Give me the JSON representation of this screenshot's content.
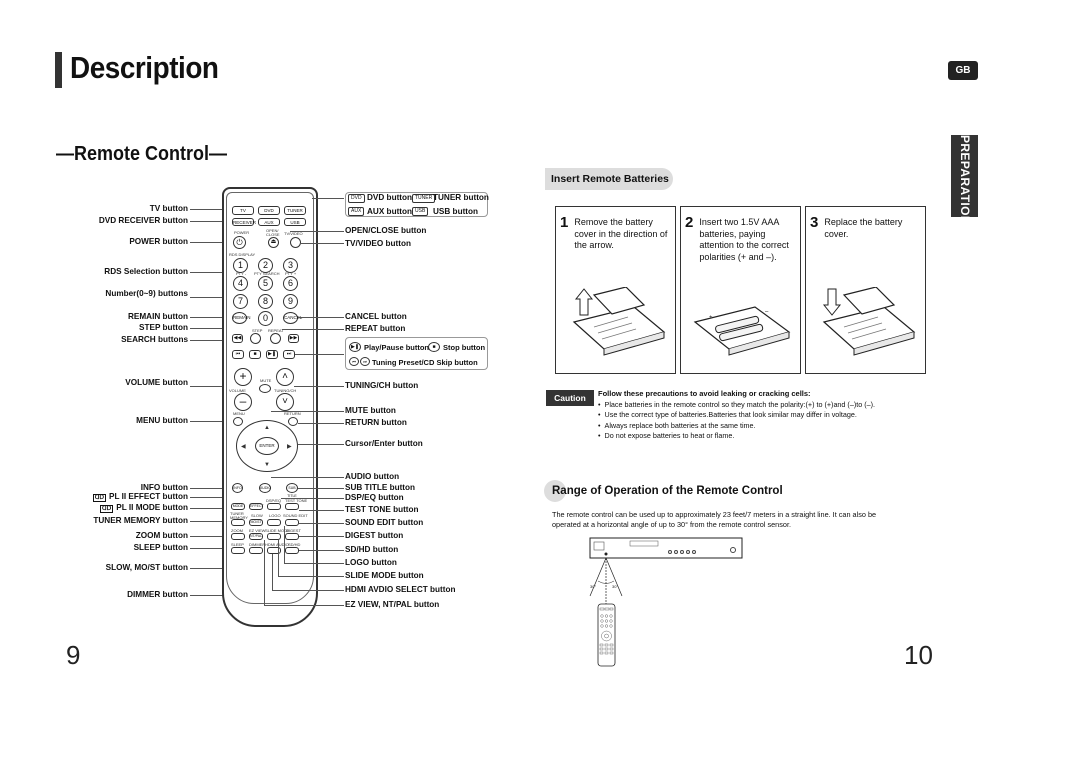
{
  "page": {
    "title": "Description",
    "lang_badge": "GB",
    "side_tab": "PREPARATION",
    "section_title": "—Remote Control—",
    "page_left": "9",
    "page_right": "10"
  },
  "remote_left_labels": [
    "TV button",
    "DVD RECEIVER button",
    "POWER button",
    "RDS Selection button",
    "Number(0~9) buttons",
    "REMAIN button",
    "STEP button",
    "SEARCH buttons",
    "VOLUME button",
    "MENU button",
    "INFO button",
    "PL II EFFECT button",
    "PL II MODE button",
    "TUNER MEMORY button",
    "ZOOM button",
    "SLEEP button",
    "SLOW, MO/ST button",
    "DIMMER button"
  ],
  "remote_right_labels": {
    "dvd_button": "DVD button",
    "tuner_button": "TUNER button",
    "aux_button": "AUX button",
    "usb_button": "USB button",
    "open_close": "OPEN/CLOSE button",
    "tv_video": "TV/VIDEO button",
    "cancel": "CANCEL button",
    "repeat": "REPEAT button",
    "play_pause": "Play/Pause button",
    "stop": "Stop button",
    "tuning_skip": "Tuning Preset/CD Skip button",
    "tuning_ch": "TUNING/CH button",
    "mute": "MUTE button",
    "return": "RETURN button",
    "cursor_enter": "Cursor/Enter button",
    "audio": "AUDIO button",
    "sub_title": "SUB TITLE button",
    "dsp_eq": "DSP/EQ button",
    "test_tone": "TEST TONE button",
    "sound_edit": "SOUND EDIT button",
    "digest": "DIGEST button",
    "sd_hd": "SD/HD button",
    "logo": "LOGO button",
    "slide_mode": "SLIDE MODE button",
    "hdmi_audio": "HDMI AVDIO SELECT button",
    "ez_view": "EZ VIEW, NT/PAL button"
  },
  "remote_keys": {
    "dvd": "DVD",
    "tuner": "TUNER",
    "aux": "AUX",
    "usb": "USB",
    "tv": "TV",
    "dvd_receiver": "DVD",
    "tuner_key": "TUNER",
    "receiver": "RECEIVER",
    "aux_key": "AUX",
    "usb_key": "USB",
    "power": "POWER",
    "open_close": "OPEN/ CLOSE",
    "tv_video": "TV/VIDEO",
    "rds_display": "RDS DISPLAY",
    "pty_minus": "PTY -",
    "pty_search": "PTY SEARCH",
    "pty_plus": "PTY +",
    "num_1": "1",
    "num_2": "2",
    "num_3": "3",
    "num_4": "4",
    "num_5": "5",
    "num_6": "6",
    "num_7": "7",
    "num_8": "8",
    "num_9": "9",
    "num_0": "0",
    "remain": "REMAIN",
    "cancel": "CANCEL",
    "step": "STEP",
    "repeat": "REPEAT",
    "volume": "VOLUME",
    "mute": "MUTE",
    "tuning_ch": "TUNING/CH",
    "menu": "MENU",
    "return": "RETURN",
    "enter": "ENTER",
    "info": "INFO",
    "audio": "AUDIO",
    "subtitle": "SUB TITLE",
    "dsp_eq": "DSP/EQ",
    "test_tone": "TEST TONE",
    "pl2_mode": "MODE",
    "pl2_effect": "EFFECT",
    "tuner_memory": "TUNER MEMORY",
    "slow": "SLOW",
    "logo": "LOGO",
    "sound_edit": "SOUND EDIT",
    "mo_st": "MO/ST",
    "zoom": "ZOOM",
    "ez_view": "EZ VIEW",
    "slide_mode": "SLIDE MODE",
    "digest": "DIGEST",
    "sleep": "SLEEP",
    "dimmer": "DIMMER",
    "hdmi_audio": "HDMI AUDIO",
    "sd_hd": "SD/HD",
    "nt_pal": "NT/PAL"
  },
  "batteries": {
    "heading": "Insert Remote Batteries",
    "steps": [
      {
        "num": "1",
        "text": "Remove the battery cover in the direction of the arrow."
      },
      {
        "num": "2",
        "text": "Insert two 1.5V AAA batteries, paying attention to the correct polarities (+ and –)."
      },
      {
        "num": "3",
        "text": "Replace the battery cover."
      }
    ]
  },
  "caution": {
    "badge": "Caution",
    "heading": "Follow these precautions to avoid leaking or cracking cells:",
    "items": [
      "Place batteries in the remote control so they match the polarity:(+) to (+)and (–)to (–).",
      "Use the correct type of batteries.Batteries that look similar may differ in voltage.",
      "Always replace both batteries at the same time.",
      "Do not expose batteries to heat or flame."
    ]
  },
  "range": {
    "heading": "Range of Operation of the Remote Control",
    "text": "The remote control can be used up to approximately 23 feet/7 meters in a straight line. It can also be operated at a horizontal angle of up to 30° from the remote control sensor.",
    "angle_left": "30°",
    "angle_right": "30°"
  },
  "colors": {
    "dark": "#333333",
    "pill": "#dddddd"
  }
}
